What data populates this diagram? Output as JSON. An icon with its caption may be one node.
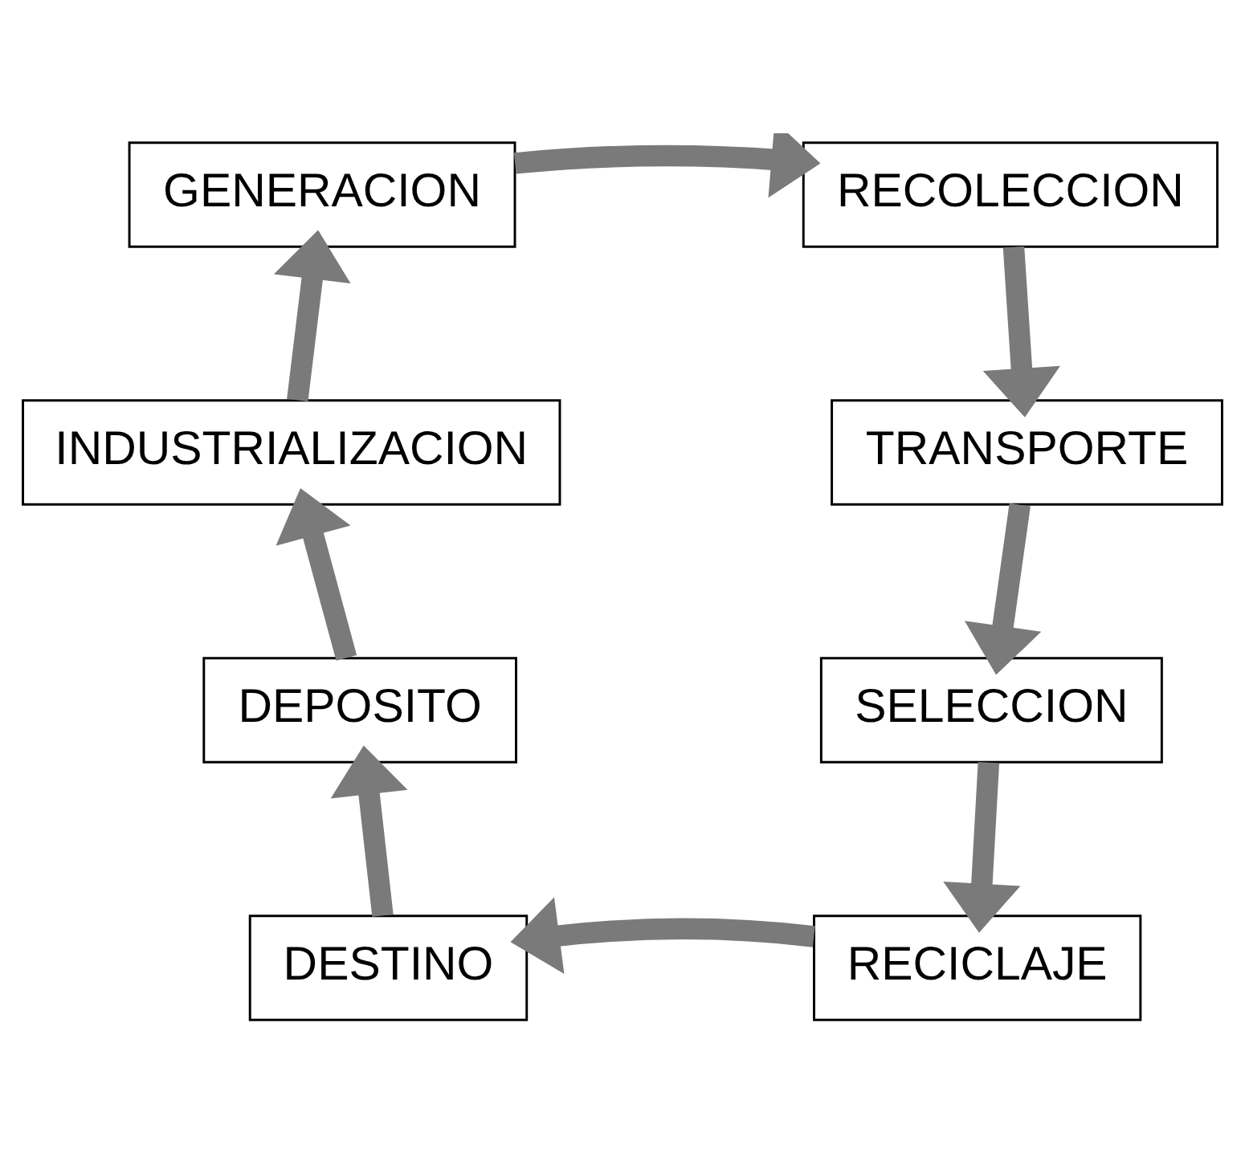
{
  "diagram": {
    "nodes": [
      {
        "text": [
          "GENERACION"
        ]
      },
      {
        "text": [
          "RECOLECCION"
        ]
      },
      {
        "text": [
          "TRANSPORTE"
        ]
      },
      {
        "text": [
          "SELECCION"
        ]
      },
      {
        "text": [
          "RECICLAJE"
        ]
      },
      {
        "text": [
          "DESTINO"
        ]
      },
      {
        "text": [
          "DEPOSITO"
        ]
      },
      {
        "text": [
          "INDUSTRIALIZACION"
        ]
      }
    ],
    "edges": [
      {
        "from": 0,
        "to": 1,
        "arrow": "to"
      },
      {
        "from": 1,
        "to": 2,
        "arrow": "to"
      },
      {
        "from": 2,
        "to": 3,
        "arrow": "to"
      },
      {
        "from": 3,
        "to": 4,
        "arrow": "to"
      },
      {
        "from": 4,
        "to": 5,
        "arrow": "to"
      },
      {
        "from": 5,
        "to": 6,
        "arrow": "to"
      },
      {
        "from": 6,
        "to": 7,
        "arrow": "to"
      },
      {
        "from": 7,
        "to": 0,
        "arrow": "to"
      }
    ]
  }
}
